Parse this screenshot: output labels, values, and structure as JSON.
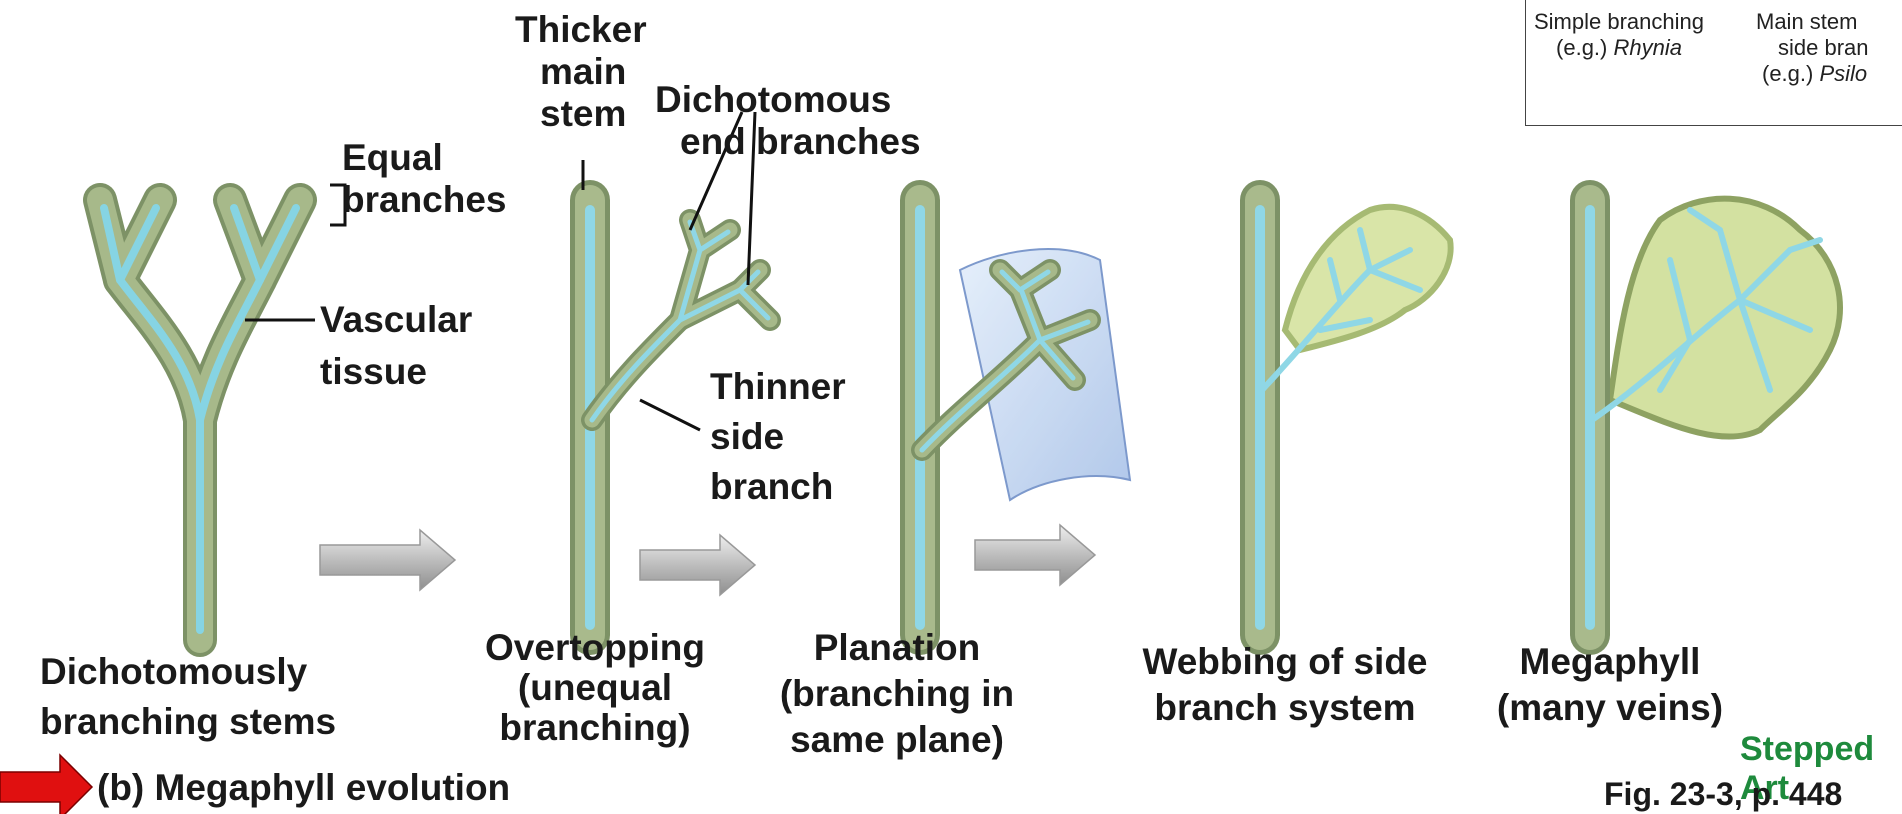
{
  "inset": {
    "col1_line1": "Simple branching",
    "col1_prefix": "(e.g.) ",
    "col1_genus": "Rhynia",
    "col2_line1": "Main stem",
    "col2_line2": "side bran",
    "col2_prefix": "(e.g.) ",
    "col2_genus": "Psilo"
  },
  "labels": {
    "thicker": "Thicker",
    "main": "main",
    "stem": "stem",
    "dichotomous": "Dichotomous",
    "end_branches": "end branches",
    "equal": "Equal",
    "branches": "branches",
    "vascular": "Vascular",
    "tissue": "tissue",
    "thinner": "Thinner",
    "side": "side",
    "branch": "branch"
  },
  "stages": [
    {
      "line1": "Dichotomously",
      "line2": "branching stems"
    },
    {
      "line1": "Overtopping",
      "line2": "(unequal",
      "line3": "branching)"
    },
    {
      "line1": "Planation",
      "line2": "(branching in",
      "line3": "same plane)"
    },
    {
      "line1": "Webbing of side",
      "line2": "branch system"
    },
    {
      "line1": "Megaphyll",
      "line2": "(many veins)"
    }
  ],
  "section_title": "(b) Megaphyll evolution",
  "stepped_art": "Stepped Art",
  "figure_ref": "Fig. 23-3, p. 448",
  "colors": {
    "stem_outer": "#8ea277",
    "stem_inner": "#a9ba8c",
    "vascular": "#8fd7e6",
    "vascular_core": "#e6f8fb",
    "web": "#d9e5a8",
    "web_edge": "#b7c97e",
    "plane": "#c7d9f2",
    "arrow": "#c4c4c4",
    "red_arrow": "#e01010",
    "stepped": "#1e8a3c"
  }
}
